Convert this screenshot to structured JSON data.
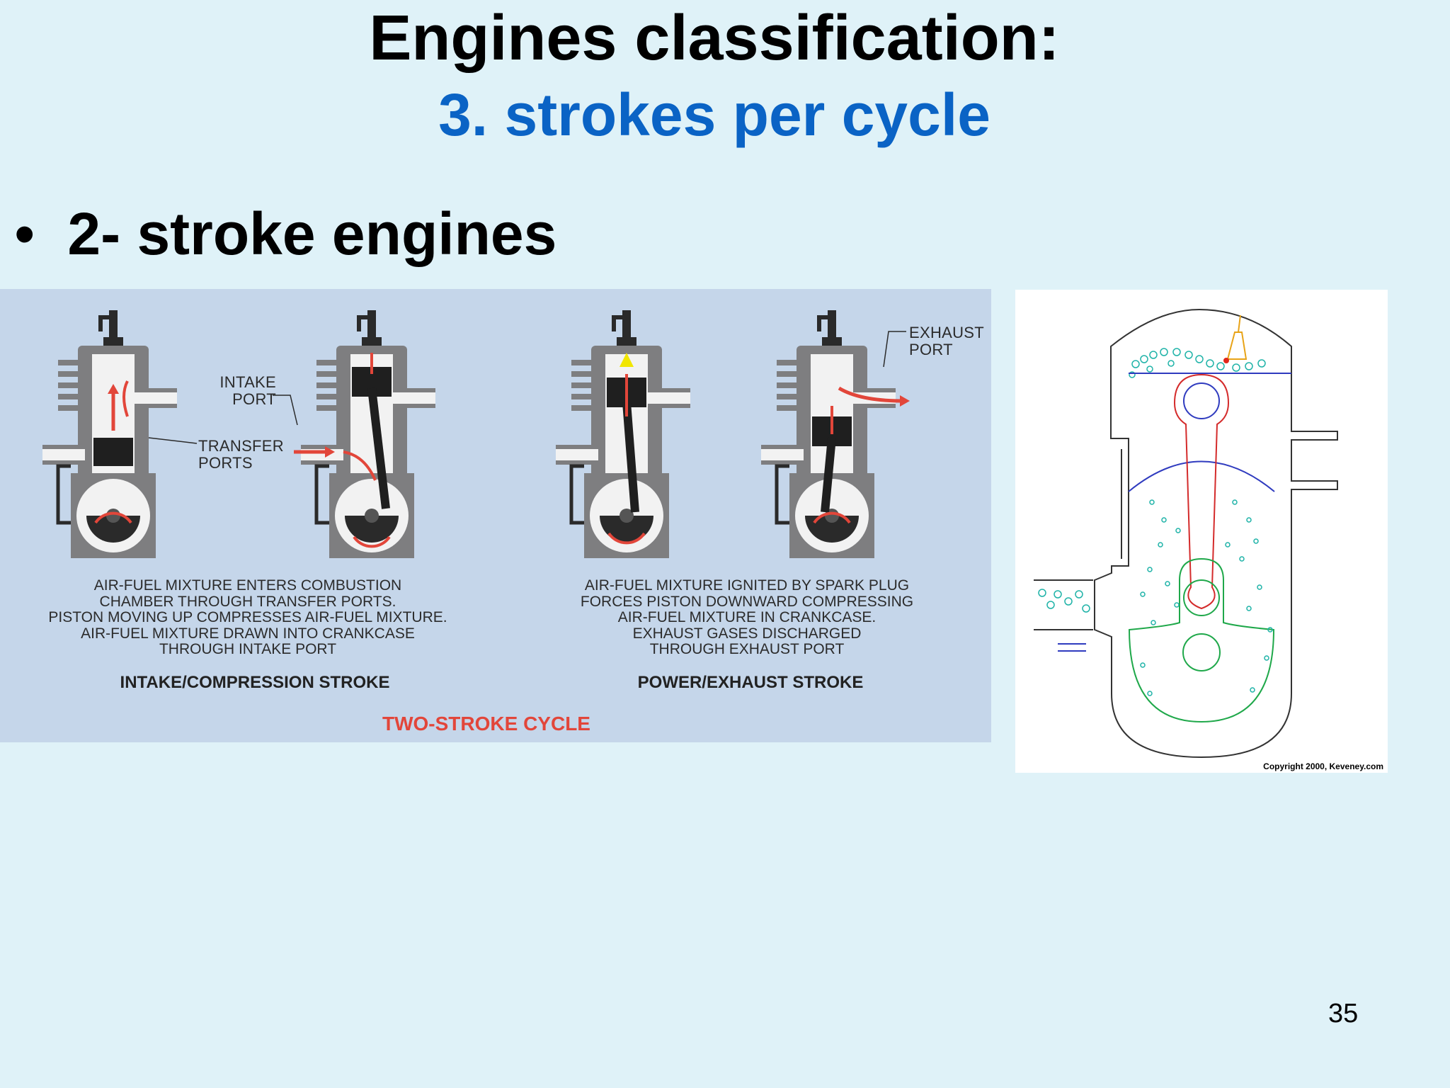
{
  "slide": {
    "title": "Engines classification:",
    "subtitle": "3. strokes per cycle",
    "bullet_marker": "•",
    "bullet_text": "2- stroke engines",
    "page_number": "35"
  },
  "diagram": {
    "labels": {
      "intake_port": "INTAKE PORT",
      "transfer_ports": "TRANSFER PORTS",
      "exhaust_port": "EXHAUST PORT"
    },
    "left_caption_lines": [
      "AIR-FUEL MIXTURE ENTERS COMBUSTION",
      "CHAMBER THROUGH TRANSFER PORTS.",
      "PISTON MOVING UP COMPRESSES AIR-FUEL MIXTURE.",
      "AIR-FUEL MIXTURE DRAWN INTO CRANKCASE",
      "THROUGH INTAKE PORT"
    ],
    "right_caption_lines": [
      "AIR-FUEL MIXTURE IGNITED BY SPARK PLUG",
      "FORCES PISTON DOWNWARD COMPRESSING",
      "AIR-FUEL MIXTURE IN CRANKCASE.",
      "EXHAUST GASES DISCHARGED",
      "THROUGH EXHAUST PORT"
    ],
    "left_stroke": "INTAKE/COMPRESSION STROKE",
    "right_stroke": "POWER/EXHAUST STROKE",
    "cycle_title": "TWO-STROKE CYCLE"
  },
  "engine_animation": {
    "copyright": "Copyright 2000, Keveney.com"
  }
}
